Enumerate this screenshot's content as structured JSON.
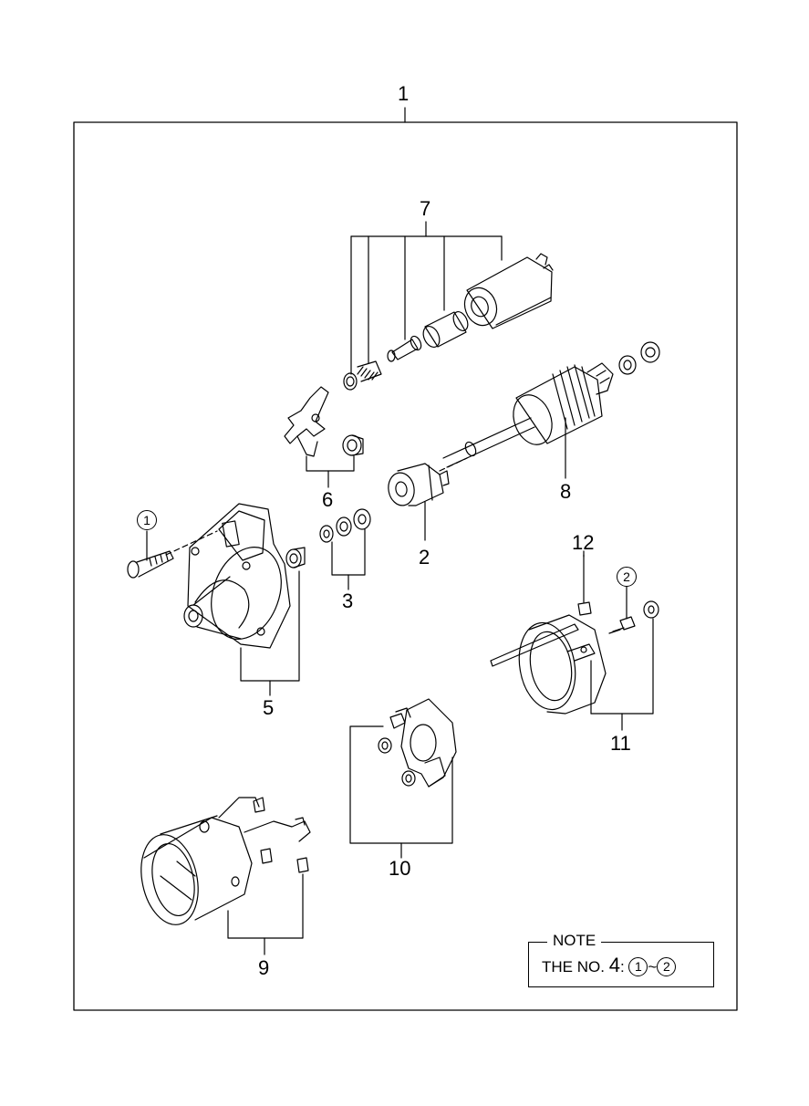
{
  "diagram": {
    "assembly_label": "1",
    "callouts": {
      "c2": "2",
      "c3": "3",
      "c5": "5",
      "c6": "6",
      "c7": "7",
      "c8": "8",
      "c9": "9",
      "c10": "10",
      "c11": "11",
      "c12": "12"
    },
    "circled": {
      "a": "1",
      "b": "2"
    },
    "note": {
      "title": "NOTE",
      "prefix": "THE NO.",
      "number": "4",
      "colon": ":",
      "from": "1",
      "tilde": "~",
      "to": "2"
    }
  }
}
